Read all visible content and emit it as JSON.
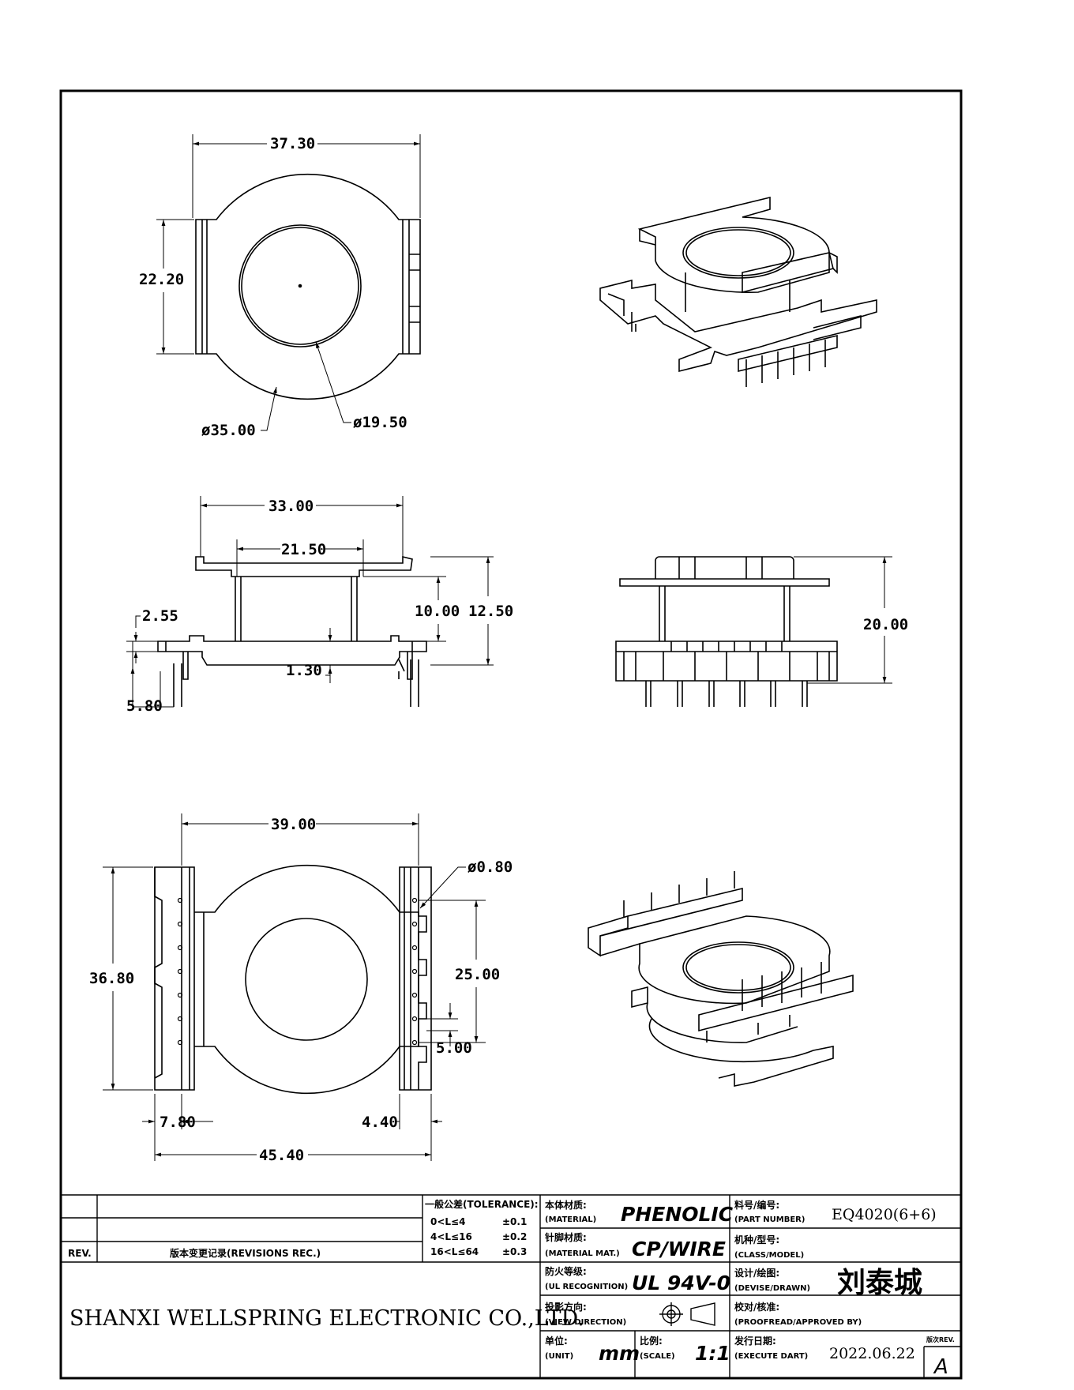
{
  "dimensions": {
    "top_width": "37.30",
    "top_height": "22.20",
    "outer_dia": "ø35.00",
    "inner_dia": "ø19.50",
    "side_width": "33.00",
    "side_inner_width": "21.50",
    "side_h1": "10.00",
    "side_h2": "12.50",
    "side_flange": "2.55",
    "side_base": "1.30",
    "side_pin": "5.80",
    "front_height": "20.00",
    "bottom_width": "39.00",
    "pin_dia": "ø0.80",
    "bottom_height": "36.80",
    "pin_span": "25.00",
    "pin_pitch": "5.00",
    "left_rail": "7.80",
    "right_rail": "4.40",
    "overall_width": "45.40"
  },
  "title_block": {
    "rev_label": "REV.",
    "revisions_label": "版本变更记录(REVISIONS REC.)",
    "tolerance_header": "一般公差(TOLERANCE):",
    "tolerances": [
      {
        "range": "0<L≤4",
        "value": "±0.1"
      },
      {
        "range": "4<L≤16",
        "value": "±0.2"
      },
      {
        "range": "16<L≤64",
        "value": "±0.3"
      }
    ],
    "company": "SHANXI WELLSPRING ELECTRONIC CO.,LTD.",
    "material_label": "本体材质:",
    "material_label_en": "(MATERIAL)",
    "material_value": "PHENOLIC",
    "pin_material_label": "针脚材质:",
    "pin_material_label_en": "(MATERIAL MAT.)",
    "pin_material_value": "CP/WIRE",
    "flame_label": "防火等级:",
    "flame_label_en": "(UL RECOGNITION)",
    "flame_value": "UL 94V-0",
    "view_label": "投影方向:",
    "view_label_en": "(VIEW DIRECTION)",
    "unit_label": "单位:",
    "unit_label_en": "(UNIT)",
    "unit_value": "mm",
    "scale_label": "比例:",
    "scale_label_en": "(SCALE)",
    "scale_value": "1:1",
    "part_label": "料号/编号:",
    "part_label_en": "(PART NUMBER)",
    "part_value": "EQ4020(6+6)",
    "class_label": "机种/型号:",
    "class_label_en": "(CLASS/MODEL)",
    "designer_label": "设计/绘图:",
    "designer_label_en": "(DEVISE/DRAWN)",
    "designer_value": "刘泰城",
    "approved_label": "校对/核准:",
    "approved_label_en": "(PROOFREAD/APPROVED BY)",
    "date_label": "发行日期:",
    "date_label_en": "(EXECUTE DART)",
    "date_value": "2022.06.22",
    "version_label": "版次REV.",
    "version_value": "A"
  }
}
